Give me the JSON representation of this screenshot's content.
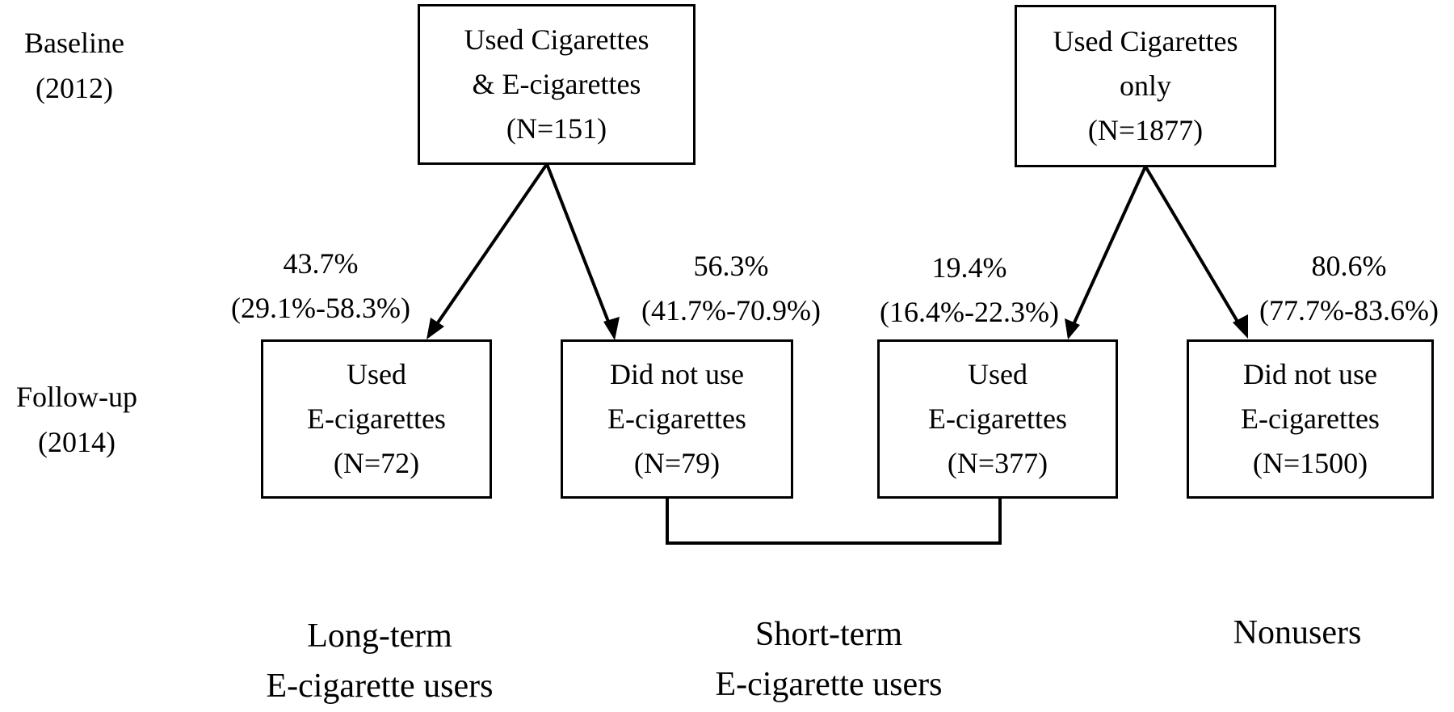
{
  "row_labels": {
    "baseline": {
      "line1": "Baseline",
      "line2": "(2012)"
    },
    "followup": {
      "line1": "Follow-up",
      "line2": "(2014)"
    }
  },
  "baseline_boxes": {
    "dual": {
      "line1": "Used Cigarettes",
      "line2": "& E-cigarettes",
      "line3": "(N=151)"
    },
    "cig_only": {
      "line1": "Used Cigarettes",
      "line2": "only",
      "line3": "(N=1877)"
    }
  },
  "followup_boxes": {
    "dual_used": {
      "line1": "Used",
      "line2": "E-cigarettes",
      "line3": "(N=72)"
    },
    "dual_not_used": {
      "line1": "Did not use",
      "line2": "E-cigarettes",
      "line3": "(N=79)"
    },
    "cig_used": {
      "line1": "Used",
      "line2": "E-cigarettes",
      "line3": "(N=377)"
    },
    "cig_not_used": {
      "line1": "Did not use",
      "line2": "E-cigarettes",
      "line3": "(N=1500)"
    }
  },
  "percentages": {
    "dual_used": {
      "value": "43.7%",
      "ci": "(29.1%-58.3%)"
    },
    "dual_not_used": {
      "value": "56.3%",
      "ci": "(41.7%-70.9%)"
    },
    "cig_used": {
      "value": "19.4%",
      "ci": "(16.4%-22.3%)"
    },
    "cig_not_used": {
      "value": "80.6%",
      "ci": "(77.7%-83.6%)"
    }
  },
  "groups": {
    "long_term": {
      "line1": "Long-term",
      "line2": "E-cigarette users"
    },
    "short_term": {
      "line1": "Short-term",
      "line2": "E-cigarette users"
    },
    "nonusers": {
      "line1": "Nonusers"
    }
  }
}
